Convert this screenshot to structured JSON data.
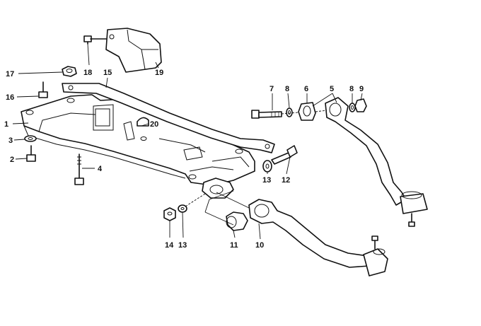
{
  "labels": [
    {
      "id": "1",
      "text": "1"
    },
    {
      "id": "2",
      "text": "2"
    },
    {
      "id": "3",
      "text": "3"
    },
    {
      "id": "4",
      "text": "4"
    },
    {
      "id": "5",
      "text": "5"
    },
    {
      "id": "6",
      "text": "6"
    },
    {
      "id": "7",
      "text": "7"
    },
    {
      "id": "8a",
      "text": "8"
    },
    {
      "id": "8b",
      "text": "8"
    },
    {
      "id": "9",
      "text": "9"
    },
    {
      "id": "10",
      "text": "10"
    },
    {
      "id": "11",
      "text": "11"
    },
    {
      "id": "12",
      "text": "12"
    },
    {
      "id": "13a",
      "text": "13"
    },
    {
      "id": "13b",
      "text": "13"
    },
    {
      "id": "14",
      "text": "14"
    },
    {
      "id": "15",
      "text": "15"
    },
    {
      "id": "16",
      "text": "16"
    },
    {
      "id": "17",
      "text": "17"
    },
    {
      "id": "18",
      "text": "18"
    },
    {
      "id": "19",
      "text": "19"
    },
    {
      "id": "20",
      "text": "20"
    }
  ]
}
